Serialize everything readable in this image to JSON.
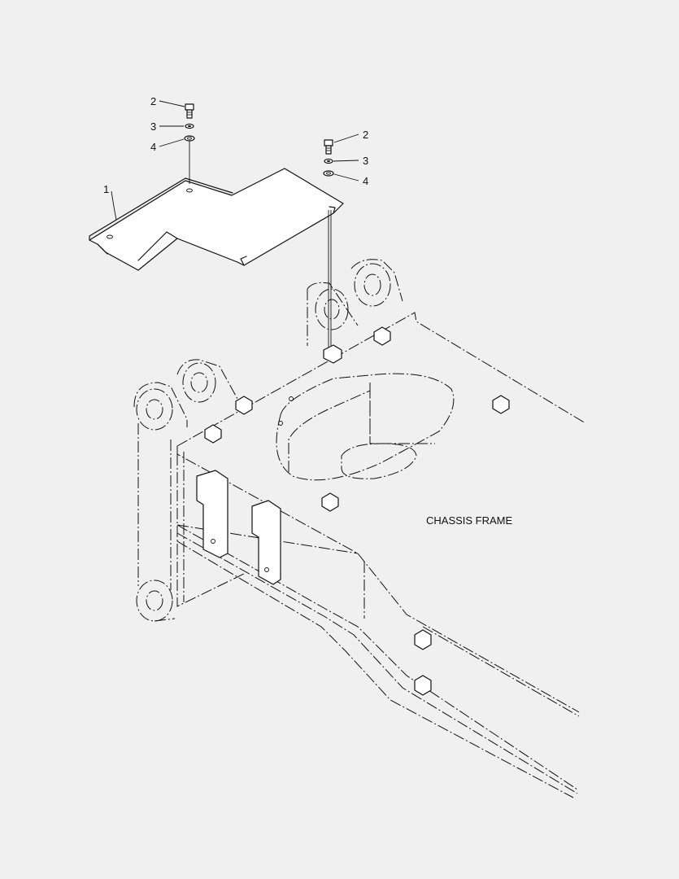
{
  "diagram": {
    "callouts": [
      {
        "id": "c1",
        "label": "1"
      },
      {
        "id": "c2a",
        "label": "2"
      },
      {
        "id": "c3a",
        "label": "3"
      },
      {
        "id": "c4a",
        "label": "4"
      },
      {
        "id": "c2b",
        "label": "2"
      },
      {
        "id": "c3b",
        "label": "3"
      },
      {
        "id": "c4b",
        "label": "4"
      }
    ],
    "frame_label": "CHASSIS FRAME"
  }
}
